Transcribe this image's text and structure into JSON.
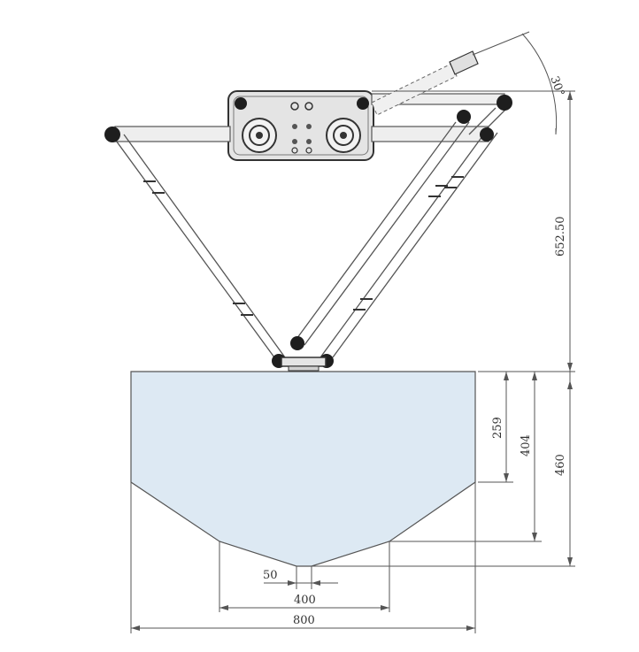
{
  "diagram": {
    "angle_label": "30°",
    "height_label": "652.50",
    "dim_259": "259",
    "dim_404": "404",
    "dim_460": "460",
    "dim_50": "50",
    "dim_400": "400",
    "dim_800": "800"
  },
  "colors": {
    "workspace_fill": "#dde9f3",
    "line": "#555555",
    "joint": "#1e1e1e",
    "arm_fill": "#eeeeee"
  }
}
